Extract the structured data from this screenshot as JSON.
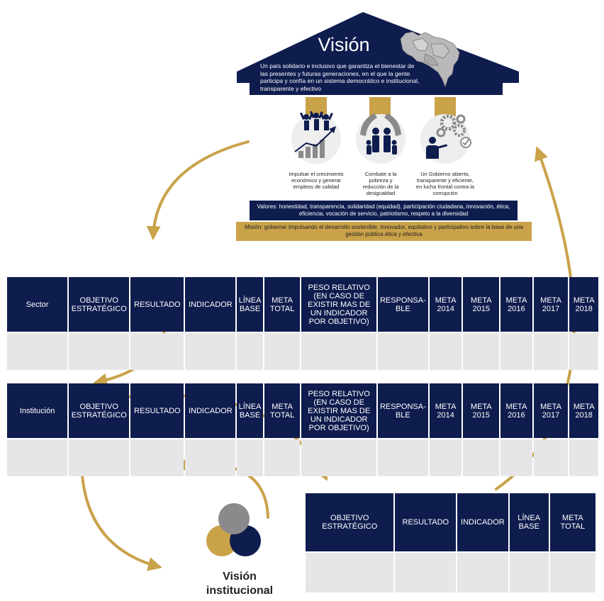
{
  "colors": {
    "navy": "#0f1c4e",
    "gold": "#c9a24a",
    "light_gray": "#e6e6e8",
    "gray": "#8a8a8c"
  },
  "house": {
    "title": "Visión",
    "description": "Un país solidario e inclusivo que garantiza el bienestar de las presentes y futuras generaciones, en el que la gente participa y confía en un sistema democrático e institucional, transparente y efectivo",
    "pillars": [
      {
        "icon": "people-growth-icon",
        "label": "Impulsar el crecimiento económico y generar empleos de calidad"
      },
      {
        "icon": "family-protection-icon",
        "label": "Combate a la pobreza y reducción de la desigualdad"
      },
      {
        "icon": "gears-government-icon",
        "label": "Un Gobierno abierto, transparente y eficiente, en lucha frontal contra la corrupción"
      }
    ],
    "values": "Valores: honestidad, transparencia, solidaridad (equidad), participación ciudadana, innovación, ética, eficiencia, vocación de servicio, patriotismo, respeto a la diversidad",
    "mision": "Misión: gobernar impulsando el desarrollo sostenible, innovador, equitativo y participativo sobre la base de una gestión pública ética y efectiva"
  },
  "table_sector": {
    "headers": [
      "Sector",
      "OBJETIVO ESTRATÉGICO",
      "RESULTADO",
      "INDICADOR",
      "LÍNEA BASE",
      "META TOTAL",
      "PESO RELATIVO (EN CASO DE EXISTIR MAS DE UN INDICADOR POR OBJETIVO)",
      "RESPONSA-BLE",
      "META 2014",
      "META 2015",
      "META 2016",
      "META 2017",
      "META 2018"
    ]
  },
  "table_institucion": {
    "headers": [
      "Institución",
      "OBJETIVO ESTRATÉGICO",
      "RESULTADO",
      "INDICADOR",
      "LÍNEA BASE",
      "META TOTAL",
      "PESO RELATIVO (EN CASO DE EXISTIR MAS DE UN INDICADOR POR OBJETIVO)",
      "RESPONSA-BLE",
      "META 2014",
      "META 2015",
      "META 2016",
      "META 2017",
      "META 2018"
    ]
  },
  "table_small": {
    "headers": [
      "OBJETIVO ESTRATÉGICO",
      "RESULTADO",
      "INDICADOR",
      "LÍNEA BASE",
      "META TOTAL"
    ]
  },
  "vision_institucional": {
    "label": "Visión institucional"
  }
}
